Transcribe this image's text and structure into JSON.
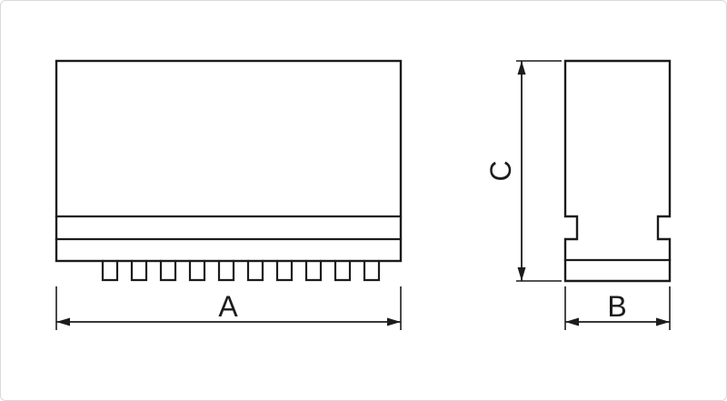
{
  "diagram": {
    "kind": "technical-drawing",
    "dimension_labels": {
      "a": "A",
      "b": "B",
      "c": "C"
    },
    "colors": {
      "line": "#1c1c1c",
      "text": "#1c1c1c",
      "background": "#ffffff",
      "border": "#d9d9d9"
    }
  }
}
